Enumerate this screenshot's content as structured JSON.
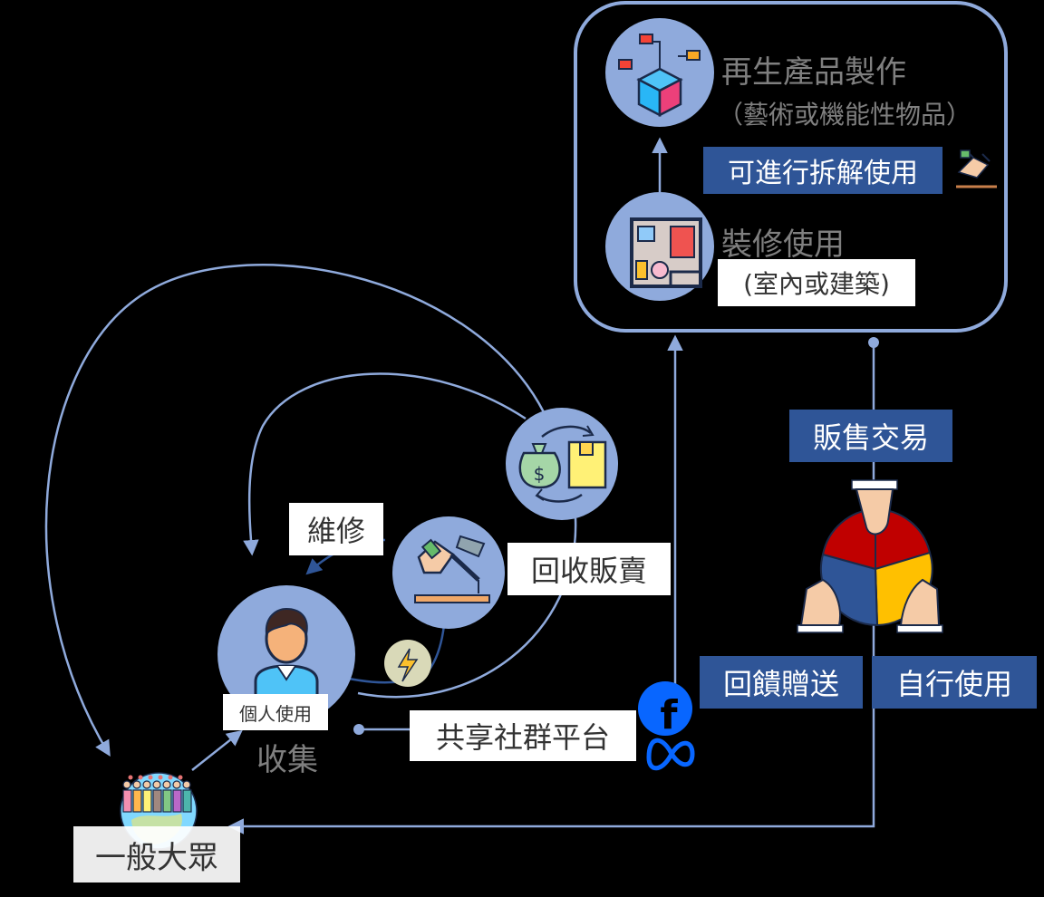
{
  "colors": {
    "background": "#000000",
    "circle_fill": "#8faadc",
    "line": "#8faadc",
    "navy_label": "#2f5597",
    "meta_blue": "#0866ff"
  },
  "icons": {
    "recycle_product": "3d-printer-box-icon",
    "renovation": "floor-plan-icon",
    "disassemble": "tools-hand-icon",
    "resell": "money-bag-exchange-box-icon",
    "repair": "hand-hammer-icon",
    "energy": "lightning-icon",
    "person": "person-icon",
    "public": "crowd-globe-icon",
    "trade": "hands-pie-icon",
    "facebook": "facebook-icon",
    "meta": "meta-icon"
  },
  "labels": {
    "recycled_product_title": "再生產品製作",
    "recycled_product_sub": "（藝術或機能性物品）",
    "disassemble": "可進行拆解使用",
    "renovation_title": "裝修使用",
    "renovation_sub": "(室內或建築)",
    "sales_trade": "販售交易",
    "repair": "維修",
    "resale": "回收販賣",
    "personal_use": "個人使用",
    "collect": "收集",
    "social_platform": "共享社群平台",
    "feedback_gift": "回饋贈送",
    "self_use": "自行使用",
    "general_public": "一般大眾"
  }
}
